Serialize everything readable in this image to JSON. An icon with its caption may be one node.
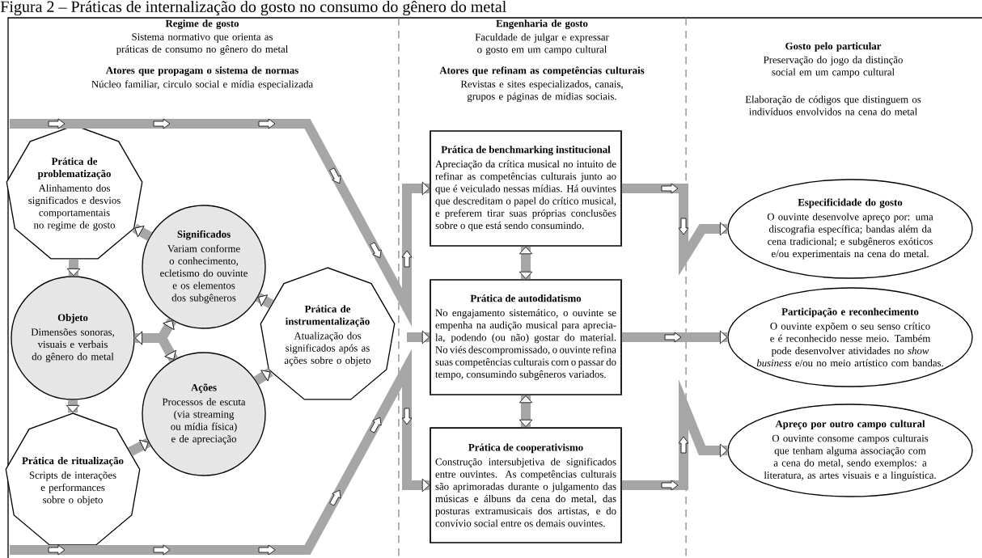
{
  "diagram": {
    "title": "Figura 2 – Práticas de internalização do gosto no consumo do gênero do metal",
    "nodes": [
      {
        "text": [
          "Prática de problematização",
          "Alinhamento dos significados e desvios comportamentais no regime de gosto"
        ]
      },
      {
        "text": [
          "Significados",
          "Variam conforme o conhecimento, ecletismo do ouvinte e os elementos dos subgêneros"
        ]
      },
      {
        "text": [
          "Objeto",
          "Dimensões sonoras, visuais e verbais do gênero do metal"
        ]
      },
      {
        "text": [
          "Prática de instrumentalização",
          "Atualização dos significados após as ações sobre o objeto"
        ]
      },
      {
        "text": [
          "Ações",
          "Processos de escuta (via streaming ou mídia física) e de apreciação"
        ]
      },
      {
        "text": [
          "Prática de ritualização",
          "Scripts de interações e performances sobre o objeto"
        ]
      },
      {
        "text": [
          "Prática de benchmarking institucional",
          "Apreciação da crítica musical no intuito de refinar as competências culturais junto ao que é veiculado nessas mídias. Há ouvintes que descreditam o papel do crítico musical, e preferem tirar suas próprias conclusões sobre o que está sendo consumindo."
        ]
      },
      {
        "text": [
          "Prática de autodidatismo",
          "No engajamento sistemático, o ouvinte se empenha na audição musical para aprecia-la, podendo (ou não) gostar do material. No viés descompromissado, o ouvinte refina suas competências culturais com o passar do tempo, consumindo subgêneros variados."
        ]
      },
      {
        "text": [
          "Prática de cooperativismo",
          "Construção intersubjetiva de significados entre ouvintes. As competências culturais são aprimoradas durante o julgamento das músicas e álbuns da cena do metal, das posturas extramusicais dos artistas, e do convívio social entre os demais ouvintes."
        ]
      },
      {
        "text": [
          "Especificidade do gosto",
          "O ouvinte desenvolve apreço por: uma discografia específica; bandas além da cena tradicional; e subgêneros exóticos e/ou experimentais na cena do metal."
        ]
      },
      {
        "text": [
          "Participação e reconhecimento",
          "O ouvinte expõem o seu senso crítico e é reconhecido nesse meio. Também pode desenvolver atividades no *show business* e/ou no meio artístico com bandas."
        ]
      },
      {
        "text": [
          "Apreço por outro campo cultural",
          "O ouvinte consome campos culturais que tenham alguma associação com a cena do metal, sendo exemplos: a literatura, as artes visuais e a linguística."
        ]
      }
    ],
    "edges": [
      {
        "from": 1,
        "to": 0,
        "arrow": "to"
      },
      {
        "from": 0,
        "to": 2,
        "arrow": "to"
      },
      {
        "from": 3,
        "to": 1,
        "arrow": "to"
      },
      {
        "from": 2,
        "to": 1,
        "arrow": "both"
      },
      {
        "from": 2,
        "to": 4,
        "arrow": "both"
      },
      {
        "from": 2,
        "to": 5,
        "arrow": "to"
      },
      {
        "from": 5,
        "to": 4,
        "arrow": "to"
      },
      {
        "from": 4,
        "to": 3,
        "arrow": "to"
      },
      {
        "from": null,
        "to": 6,
        "arrow": "to"
      },
      {
        "from": null,
        "to": 8,
        "arrow": "to"
      },
      {
        "from": null,
        "to": 7,
        "arrow": "to"
      },
      {
        "from": 6,
        "to": 7,
        "arrow": "both"
      },
      {
        "from": 7,
        "to": 8,
        "arrow": "both"
      },
      {
        "from": 6,
        "to": 9,
        "arrow": "to"
      },
      {
        "from": 7,
        "to": 10,
        "arrow": "to"
      },
      {
        "from": 8,
        "to": 11,
        "arrow": "to"
      }
    ],
    "labels": [
      "Regime de gosto",
      "Sistema normativo que orienta as práticas de consumo no gênero do metal",
      "Atores que propagam o sistema de normas",
      "Núcleo familiar, circulo social e mídia especializada",
      "Engenharia de gosto",
      "Faculdade de julgar e expressar o gosto em um campo cultural",
      "Atores que refinam as competências culturais",
      "Revistas e sites especializados, canais, grupos e páginas de mídias sociais.",
      "Gosto pelo particular",
      "Preservação do jogo da distinção social em um campo cultural",
      "Elaboração de códigos que distinguem os indivíduos envolvidos na cena do metal"
    ]
  }
}
